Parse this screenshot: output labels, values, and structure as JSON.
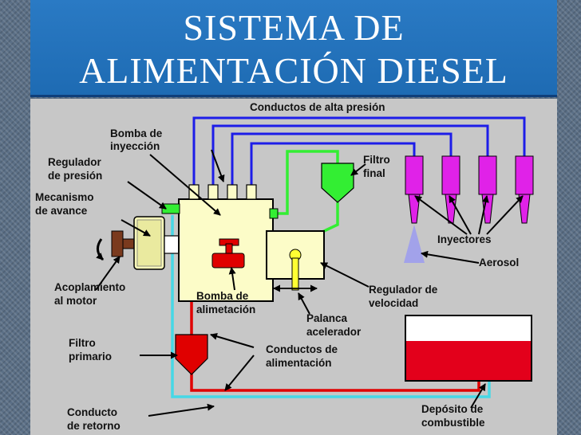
{
  "title": {
    "line1": "SISTEMA DE",
    "line2": "ALIMENTACIÓN DIESEL"
  },
  "labels": {
    "conductos_alta": "Conductos de alta presión",
    "bomba_inyeccion_1": "Bomba de",
    "bomba_inyeccion_2": "inyección",
    "regulador_presion_1": "Regulador",
    "regulador_presion_2": "de presión",
    "mecanismo_1": "Mecanismo",
    "mecanismo_2": "de avance",
    "filtro_final_1": "Filtro",
    "filtro_final_2": "final",
    "inyectores": "Inyectores",
    "aerosol": "Aerosol",
    "acoplamiento_1": "Acoplamiento",
    "acoplamiento_2": "al motor",
    "bomba_alim_1": "Bomba de",
    "bomba_alim_2": "alimetación",
    "regulador_vel_1": "Regulador de",
    "regulador_vel_2": "velocidad",
    "palanca_1": "Palanca",
    "palanca_2": "acelerador",
    "filtro_primario_1": "Filtro",
    "filtro_primario_2": "primario",
    "conductos_alim_1": "Conductos de",
    "conductos_alim_2": "alimentación",
    "conducto_retorno_1": "Conducto",
    "conducto_retorno_2": "de retorno",
    "deposito_1": "Depósito de",
    "deposito_2": "combustible"
  },
  "colors": {
    "high_pressure": "#1d1de8",
    "feed": "#e00000",
    "return": "#46d8e6",
    "filtered": "#33ee33",
    "injector": "#e022e8",
    "pump_body": "#fcfcc8",
    "fuel": "#e3001b",
    "aerosol": "#9b9bf0"
  }
}
